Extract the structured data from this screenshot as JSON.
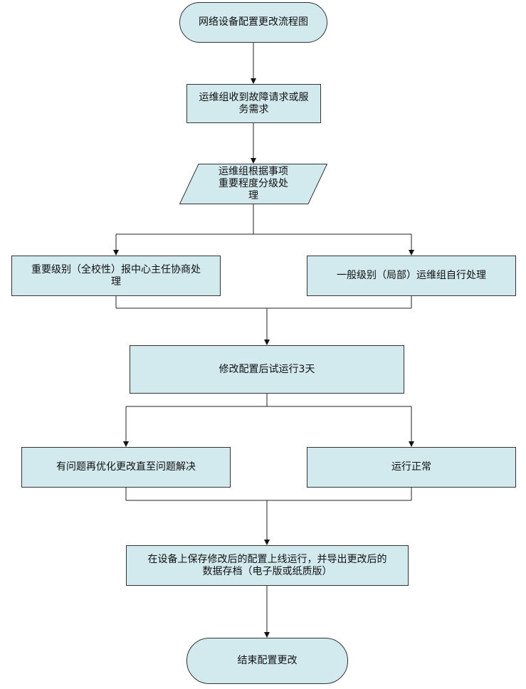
{
  "flowchart": {
    "start": "网络设备配置更改流程图",
    "step_receive": "运维组收到故障请求或服\n务需求",
    "step_classify": "运维组根据事项\n重要程度分级处\n理",
    "branch_major": "重要级别（全校性）报中心主任协商处\n理",
    "branch_minor": "一般级别（局部）运维组自行处理",
    "step_trial": "修改配置后试运行3天",
    "branch_problem": "有问题再优化更改直至问题解决",
    "branch_normal": "运行正常",
    "step_save": "在设备上保存修改后的配置上线运行，并导出更改后的\n数据存档（电子版或纸质版）",
    "end": "结束配置更改"
  },
  "colors": {
    "node_fill": "#d2e9ee",
    "border": "#333333"
  }
}
